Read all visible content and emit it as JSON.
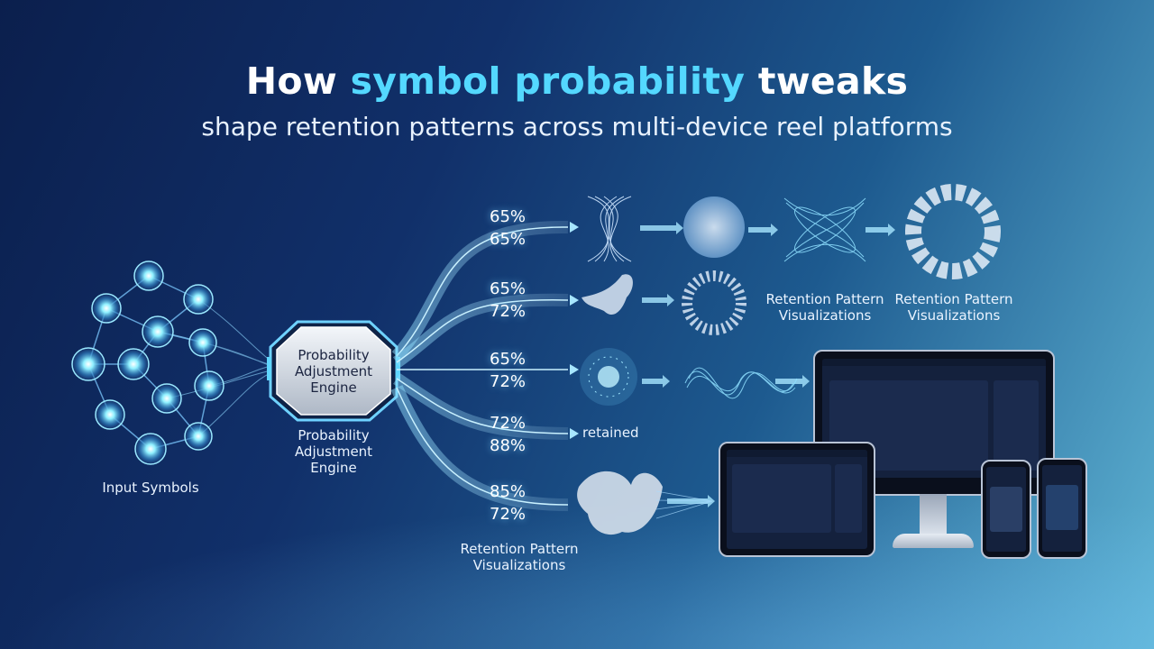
{
  "title": {
    "prefix": "How ",
    "highlight": "symbol probability",
    "suffix": " tweaks",
    "subtitle": "shape retention patterns across multi-device reel platforms",
    "accent_color": "#54d8ff"
  },
  "input": {
    "label": "Input Symbols"
  },
  "engine": {
    "box_label": "Probability Adjustment Engine",
    "caption": "Probability Adjustment Engine"
  },
  "branches": [
    {
      "top": "65%",
      "bottom": "65%"
    },
    {
      "top": "65%",
      "bottom": "72%"
    },
    {
      "top": "65%",
      "bottom": "72%"
    },
    {
      "top": "72%",
      "bottom": "88%"
    },
    {
      "top": "85%",
      "bottom": "72%"
    }
  ],
  "outputs": {
    "retained": "retained",
    "viz_label_1": "Retention Pattern Visualizations",
    "viz_label_2": "Retention Pattern Visualizations",
    "viz_label_3": "Retention Pattern Visualizations"
  },
  "colors": {
    "node_glow": "#7fe3ff",
    "flow": "#6cc8ff",
    "engine_fill": "#d9dee6"
  }
}
